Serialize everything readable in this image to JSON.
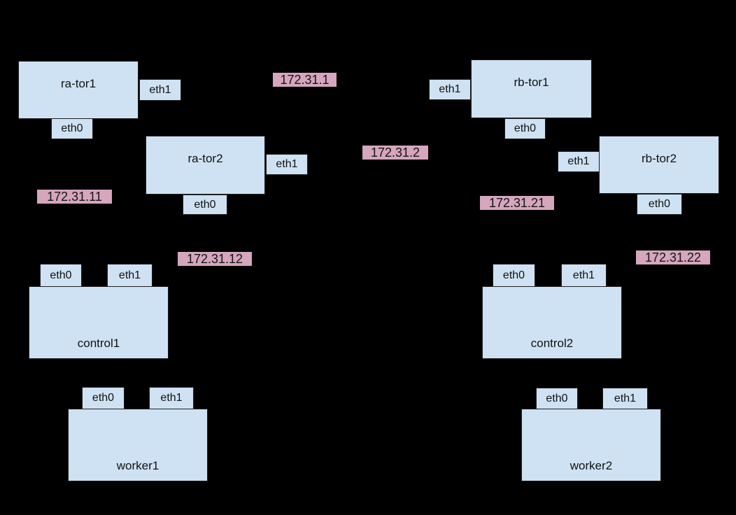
{
  "diagram": {
    "type": "network-topology",
    "colors": {
      "background": "#000000",
      "node_fill": "#cfe2f3",
      "node_border": "#1f1f1f",
      "ip_label_fill": "#d5a6bd",
      "text": "#111111"
    },
    "nodes": [
      {
        "id": "ra-tor1",
        "label": "ra-tor1",
        "ports": [
          {
            "name": "eth1"
          },
          {
            "name": "eth0"
          }
        ]
      },
      {
        "id": "ra-tor2",
        "label": "ra-tor2",
        "ports": [
          {
            "name": "eth1"
          },
          {
            "name": "eth0"
          }
        ]
      },
      {
        "id": "rb-tor1",
        "label": "rb-tor1",
        "ports": [
          {
            "name": "eth1"
          },
          {
            "name": "eth0"
          }
        ]
      },
      {
        "id": "rb-tor2",
        "label": "rb-tor2",
        "ports": [
          {
            "name": "eth1"
          },
          {
            "name": "eth0"
          }
        ]
      },
      {
        "id": "control1",
        "label": "control1",
        "ports": [
          {
            "name": "eth0"
          },
          {
            "name": "eth1"
          }
        ]
      },
      {
        "id": "control2",
        "label": "control2",
        "ports": [
          {
            "name": "eth0"
          },
          {
            "name": "eth1"
          }
        ]
      },
      {
        "id": "worker1",
        "label": "worker1",
        "ports": [
          {
            "name": "eth0"
          },
          {
            "name": "eth1"
          }
        ]
      },
      {
        "id": "worker2",
        "label": "worker2",
        "ports": [
          {
            "name": "eth0"
          },
          {
            "name": "eth1"
          }
        ]
      }
    ],
    "ip_labels": [
      {
        "text": "172.31.1"
      },
      {
        "text": "172.31.2"
      },
      {
        "text": "172.31.11"
      },
      {
        "text": "172.31.12"
      },
      {
        "text": "172.31.21"
      },
      {
        "text": "172.31.22"
      }
    ]
  }
}
